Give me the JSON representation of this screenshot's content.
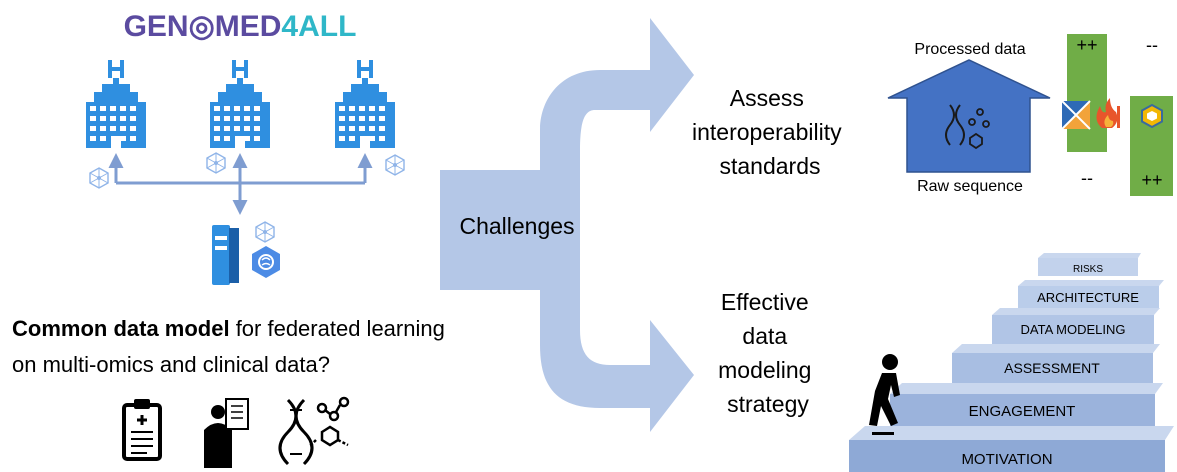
{
  "logo": {
    "text": "GEN◎MED4ALL",
    "primary_color": "#5B4BA0",
    "accent_color": "#2FB7C8"
  },
  "question": {
    "bold_part": "Common data model",
    "rest_line1": " for federated learning",
    "line2": "on multi-omics and clinical data?"
  },
  "challenges_label": "Challenges",
  "branches": {
    "top": [
      "Assess",
      "interoperability",
      "standards"
    ],
    "bottom": [
      "Effective",
      "data",
      "modeling",
      "strategy"
    ]
  },
  "interop_panel": {
    "processed_label": "Processed data",
    "raw_label": "Raw sequence",
    "col1_top": "++",
    "col1_bottom": "--",
    "col2_top": "--",
    "col2_bottom": "++"
  },
  "stairs": {
    "steps": [
      "MOTIVATION",
      "ENGAGEMENT",
      "ASSESSMENT",
      "DATA MODELING",
      "ARCHITECTURE",
      "RISKS"
    ]
  },
  "icons": [
    "hospital-icon",
    "network-node-icon",
    "server-icon",
    "brain-icon",
    "medical-record-icon",
    "doctor-xray-icon",
    "dna-icon",
    "molecule-icon",
    "walking-person-icon",
    "format-logo-icon",
    "fire-logo-icon",
    "hexagon-logo-icon"
  ],
  "colors": {
    "flow_arrow": "#B4C7E7",
    "hospital": "#2F8FE0",
    "connector": "#7F9DD1",
    "house_arrow": "#4472C4",
    "green_column": "#70AD47",
    "step_face": "#9DB6DC"
  }
}
